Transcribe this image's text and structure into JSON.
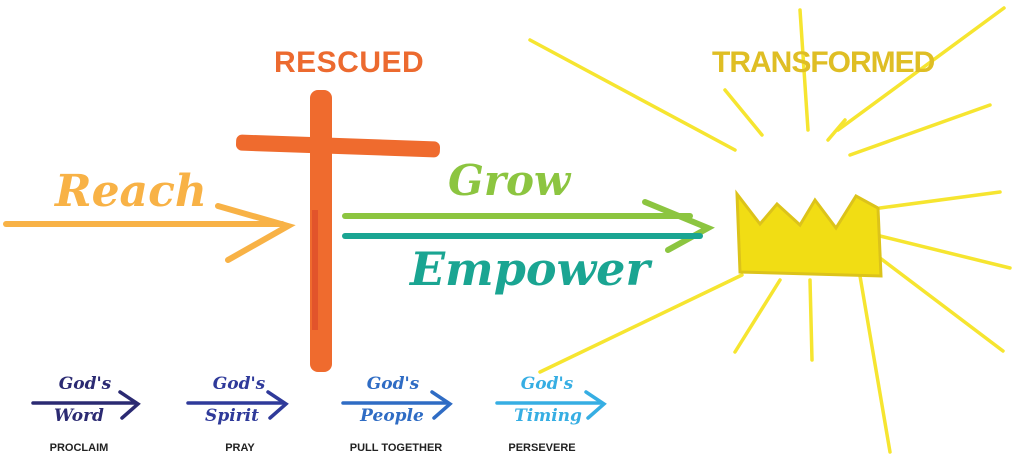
{
  "labels": {
    "rescued": "RESCUED",
    "transformed": "TRANSFORMED",
    "reach": "Reach",
    "grow": "Grow",
    "empower": "Empower"
  },
  "pillars": [
    {
      "top": "God's",
      "bottom": "Word",
      "caption": "PROCLAIM",
      "color": "#2b2a72"
    },
    {
      "top": "God's",
      "bottom": "Spirit",
      "caption": "PRAY",
      "color": "#2f3a9a"
    },
    {
      "top": "God's",
      "bottom": "People",
      "caption": "PULL TOGETHER",
      "color": "#2f6cc4"
    },
    {
      "top": "God's",
      "bottom": "Timing",
      "caption": "PERSEVERE",
      "color": "#36aee3"
    }
  ],
  "colors": {
    "reach": "#f8b246",
    "rescued": "#ec6a2f",
    "cross": "#ef6b2e",
    "grow": "#8cc540",
    "empower": "#1aa592",
    "transformed": "#dfbe24",
    "crown": "#f1dd14",
    "rays": "#f6e530"
  },
  "icons": [
    "cross-icon",
    "crown-icon",
    "sun-rays-icon"
  ]
}
